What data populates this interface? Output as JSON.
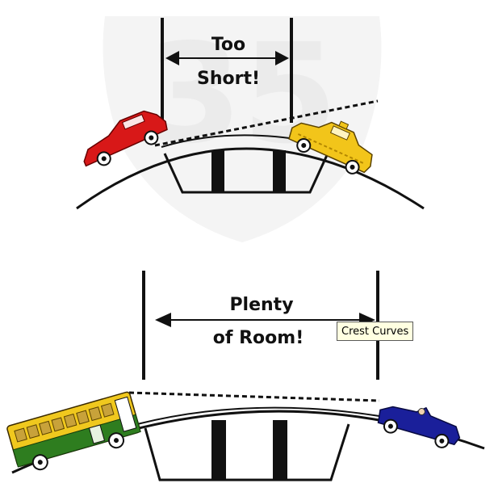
{
  "top_label": {
    "line1": "Too",
    "line2": "Short!"
  },
  "bottom_label": {
    "line1": "Plenty",
    "line2": "of Room!"
  },
  "tooltip": "Crest Curves",
  "watermark_text": "35",
  "colors": {
    "watermark": "#f2f2f2",
    "red_car": "#d81818",
    "taxi": "#f2c51a",
    "bus_yellow": "#f0c81e",
    "bus_green": "#2e7d1f",
    "blue_car": "#1a1f9a",
    "ink": "#111111",
    "tooltip_bg": "#ffffe1"
  },
  "icons": {
    "red_car": "red-car-icon",
    "taxi": "taxi-icon",
    "bus": "bus-icon",
    "blue_car": "blue-convertible-icon"
  }
}
